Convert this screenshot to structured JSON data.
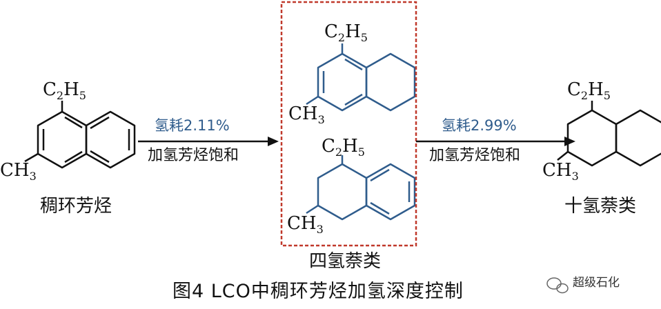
{
  "figure": {
    "caption": "图4   LCO中稠环芳烃加氢深度控制",
    "watermark": "超级石化"
  },
  "molecules": {
    "left": {
      "name": "稠环芳烃",
      "top_group": [
        "C",
        "2",
        "H",
        "5"
      ],
      "side_group": [
        "CH",
        "3"
      ]
    },
    "mid_top": {
      "top_group": [
        "C",
        "2",
        "H",
        "5"
      ],
      "side_group": [
        "CH",
        "3"
      ]
    },
    "mid_bottom": {
      "top_group": [
        "C",
        "2",
        "H",
        "5"
      ],
      "side_group": [
        "CH",
        "3"
      ]
    },
    "middle_name": "四氢萘类",
    "right": {
      "name": "十氢萘类",
      "top_group": [
        "C",
        "2",
        "H",
        "5"
      ],
      "side_group": [
        "CH",
        "3"
      ]
    }
  },
  "steps": [
    {
      "hydrogen": "氢耗2.11%",
      "process": "加氢芳烃饱和"
    },
    {
      "hydrogen": "氢耗2.99%",
      "process": "加氢芳烃饱和"
    }
  ],
  "colors": {
    "black": "#111111",
    "blue": "#2f5c8c",
    "box": "#c0392b"
  }
}
